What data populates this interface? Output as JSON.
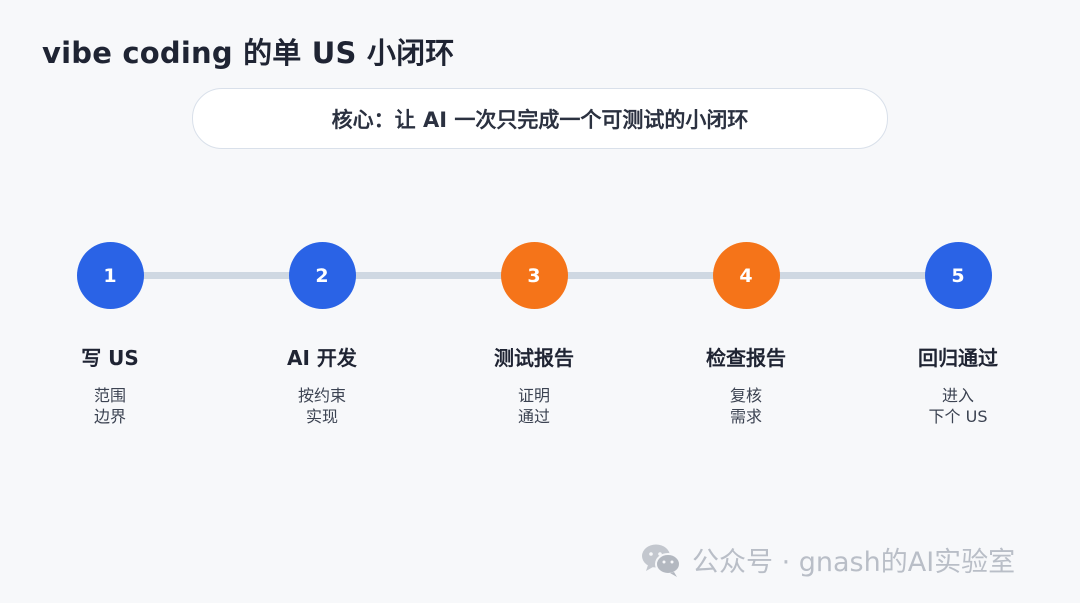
{
  "title": "vibe coding 的单 US 小闭环",
  "core": "核心：让 AI 一次只完成一个可测试的小闭环",
  "colors": {
    "blue": "#2a63e6",
    "orange": "#f57419",
    "track": "#cfd8e2"
  },
  "steps": [
    {
      "number": "1",
      "title": "写 US",
      "desc": [
        "范围",
        "边界"
      ],
      "color": "blue"
    },
    {
      "number": "2",
      "title": "AI 开发",
      "desc": [
        "按约束",
        "实现"
      ],
      "color": "blue"
    },
    {
      "number": "3",
      "title": "测试报告",
      "desc": [
        "证明",
        "通过"
      ],
      "color": "orange"
    },
    {
      "number": "4",
      "title": "检查报告",
      "desc": [
        "复核",
        "需求"
      ],
      "color": "orange"
    },
    {
      "number": "5",
      "title": "回归通过",
      "desc": [
        "进入",
        "下个 US"
      ],
      "color": "blue"
    }
  ],
  "watermark": {
    "icon": "wechat-icon",
    "text": "公众号 · gnash的AI实验室"
  }
}
